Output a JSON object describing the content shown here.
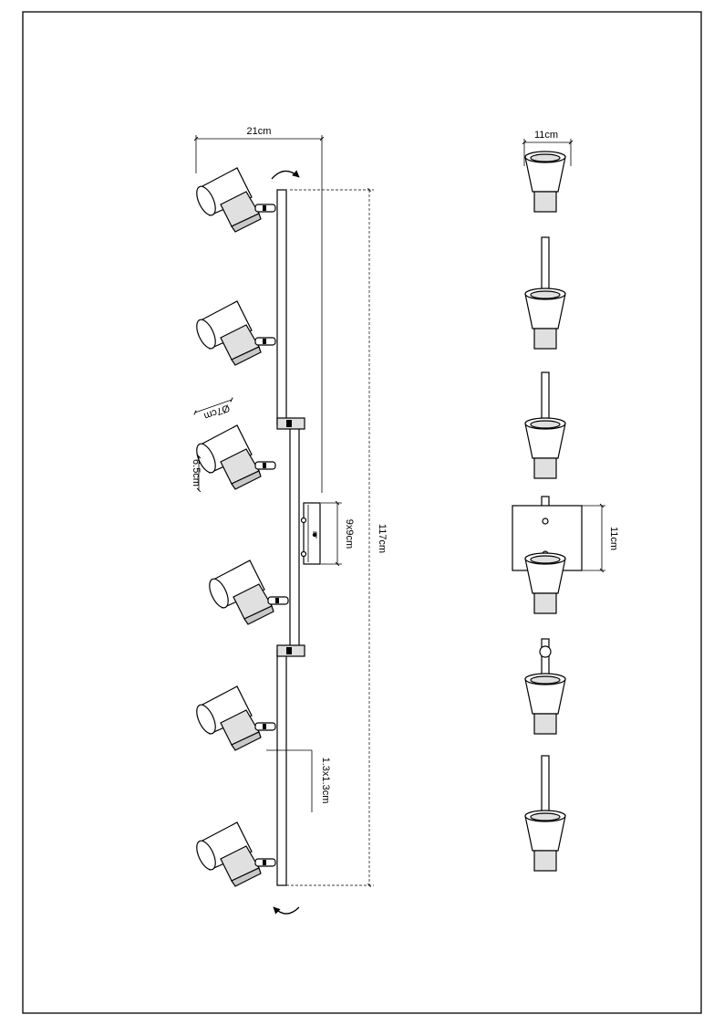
{
  "dimensions": {
    "bar_span_width": "21cm",
    "shade_diameter": "Ø7cm",
    "shade_length": "6.5cm",
    "base_plate": "9x9cm",
    "total_length": "117cm",
    "rail_section": "1.3x1.3cm",
    "side_width": "11cm",
    "side_plate": "11cm"
  }
}
